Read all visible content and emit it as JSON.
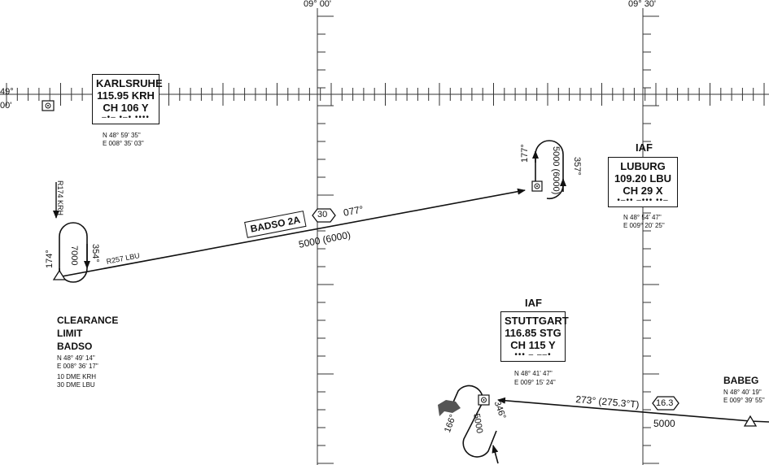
{
  "graticule": {
    "lon_left": "09° 00'",
    "lon_right": "09° 30'",
    "lat_deg": "49°",
    "lat_min": "00'"
  },
  "karlsruhe": {
    "name": "KARLSRUHE",
    "freq": "115.95 KRH",
    "channel": "CH 106  Y",
    "morse": "–•– •–• ••••",
    "lat": "N 48° 59' 35\"",
    "lon": "E 008° 35' 03\""
  },
  "luburg": {
    "type": "IAF",
    "name": "LUBURG",
    "freq": "109.20 LBU",
    "channel": "CH  29  X",
    "morse": "•–•• –••• ••–",
    "lat": "N 48° 54' 47\"",
    "lon": "E 009° 20' 25\""
  },
  "stuttgart": {
    "type": "IAF",
    "name": "STUTTGART",
    "freq": "116.85 STG",
    "channel": "CH 115  Y",
    "morse": "••• – ––•",
    "lat": "N 48° 41' 47\"",
    "lon": "E 009° 15' 24\""
  },
  "badso": {
    "clearance": [
      "CLEARANCE",
      "LIMIT",
      "BADSO"
    ],
    "lat": "N 48° 49' 14\"",
    "lon": "E 008° 36' 17\"",
    "dme1": "10 DME  KRH",
    "dme2": "30 DME  LBU",
    "holding_in": "174°",
    "holding_out": "354°",
    "holding_alt": "7000",
    "radial_krh": "R174 KRH",
    "radial_lbu": "R257 LBU"
  },
  "route_badso": {
    "procedure": "BADSO 2A",
    "distance": "30",
    "course": "077°",
    "altitude": "5000 (6000)"
  },
  "hold_luburg": {
    "inbound": "177°",
    "outbound": "357°",
    "altitude": "5000 (6000)"
  },
  "babeg": {
    "name": "BABEG",
    "lat": "N 48° 40' 19\"",
    "lon": "E 009° 39' 55\"",
    "course": "273° (275.3°T)",
    "distance": "16.3",
    "altitude": "5000"
  },
  "hold_stuttgart": {
    "inbound": "346°",
    "outbound": "166°",
    "altitude": "5000"
  }
}
